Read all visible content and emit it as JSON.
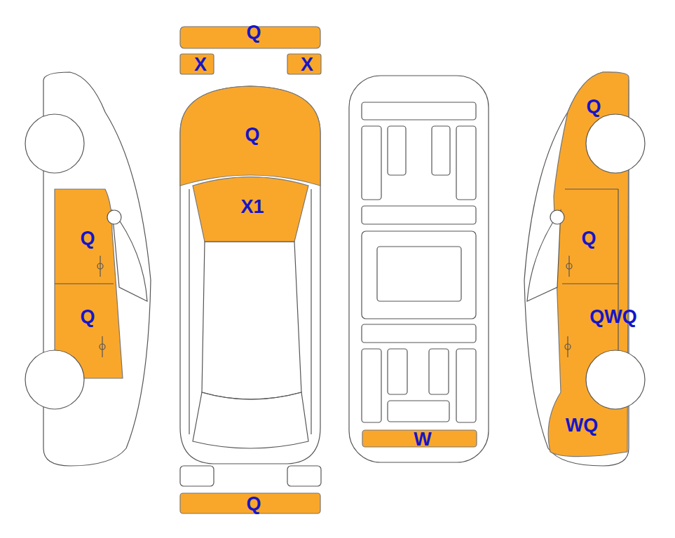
{
  "diagram": {
    "labels": [
      "Q",
      "X",
      "X",
      "Q",
      "X1",
      "Q",
      "Q",
      "Q",
      "Q",
      "QWQ",
      "WQ",
      "W",
      "Q"
    ]
  }
}
